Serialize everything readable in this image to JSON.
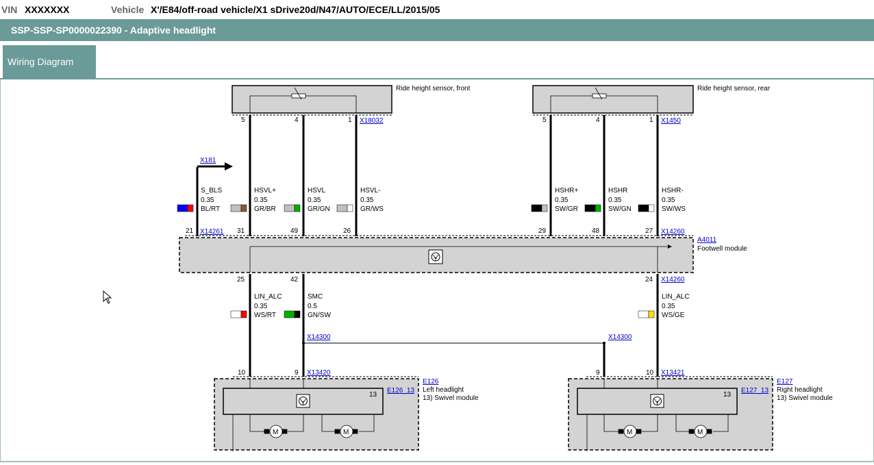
{
  "header": {
    "vin_label": "VIN",
    "vin_value": "XXXXXXX",
    "vehicle_label": "Vehicle",
    "vehicle_value": "X'/E84/off-road vehicle/X1 sDrive20d/N47/AUTO/ECE/LL/2015/05"
  },
  "title": "SSP-SSP-SP0000022390  -  Adaptive headlight",
  "tab": "Wiring Diagram",
  "diagram": {
    "sensor_front": {
      "label": "Ride height sensor, front",
      "connector": "X18032",
      "pins": [
        "5",
        "4",
        "1"
      ]
    },
    "sensor_rear": {
      "label": "Ride height sensor, rear",
      "connector": "X1450",
      "pins": [
        "5",
        "4",
        "1"
      ]
    },
    "bls_connector": "X181",
    "wires_top": [
      {
        "pin": "21",
        "name": "S_BLS",
        "size": "0.35",
        "color": "BL/RT"
      },
      {
        "pin": "31",
        "name": "HSVL+",
        "size": "0.35",
        "color": "GR/BR"
      },
      {
        "pin": "49",
        "name": "HSVL",
        "size": "0.35",
        "color": "GR/GN"
      },
      {
        "pin": "26",
        "name": "HSVL-",
        "size": "0.35",
        "color": "GR/WS"
      },
      {
        "pin": "29",
        "name": "HSHR+",
        "size": "0.35",
        "color": "SW/GR"
      },
      {
        "pin": "48",
        "name": "HSHR",
        "size": "0.35",
        "color": "SW/GN"
      },
      {
        "pin": "27",
        "name": "HSHR-",
        "size": "0.35",
        "color": "SW/WS"
      }
    ],
    "module_conn_left": "X14261",
    "module_conn_right": "X14260",
    "module": {
      "id": "A4011",
      "label": "Footwell module"
    },
    "wires_bottom": [
      {
        "pin": "25",
        "name": "LIN_ALC",
        "size": "0.35",
        "color": "WS/RT"
      },
      {
        "pin": "42",
        "name": "SMC",
        "size": "0.5",
        "color": "GN/SW"
      },
      {
        "pin": "24",
        "name": "LIN_ALC",
        "size": "0.35",
        "color": "WS/GE"
      }
    ],
    "bottom_conn_right": "X14260",
    "splice_left": "X14300",
    "splice_right": "X14300",
    "left_hl": {
      "pins": [
        "10",
        "9"
      ],
      "connector": "X13420",
      "id": "E126",
      "label": "Left headlight",
      "sub": "13)  Swivel module",
      "ref": "E126_13",
      "num": "13"
    },
    "right_hl": {
      "pins": [
        "9",
        "10"
      ],
      "connector": "X13421",
      "id": "E127",
      "label": "Right headlight",
      "sub": "13)  Swivel module",
      "ref": "E127_13",
      "num": "13"
    }
  },
  "colors": {
    "teal": "#6a9b98",
    "box": "#d3d3d3",
    "link": "#0000cc"
  }
}
